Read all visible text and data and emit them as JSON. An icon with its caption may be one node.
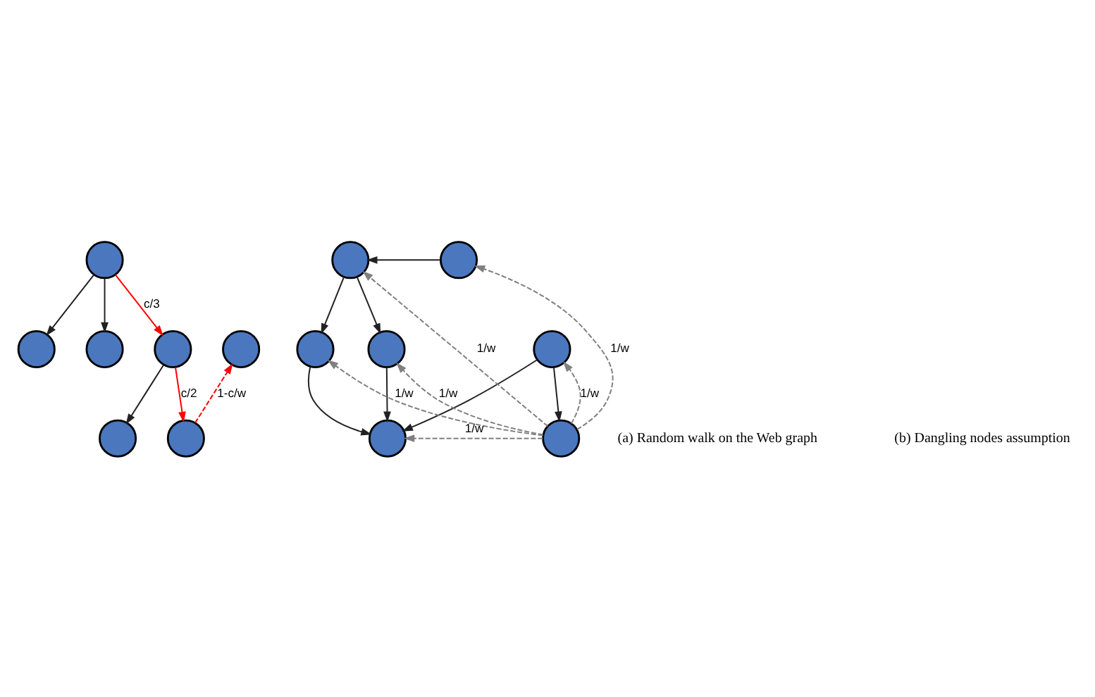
{
  "diagram": {
    "nodes": [
      {
        "text": [],
        "shape": "circle"
      },
      {
        "text": [],
        "shape": "circle"
      },
      {
        "text": [],
        "shape": "circle"
      },
      {
        "text": [],
        "shape": "circle"
      },
      {
        "text": [],
        "shape": "circle"
      },
      {
        "text": [],
        "shape": "circle"
      },
      {
        "text": [],
        "shape": "circle"
      },
      {
        "text": [],
        "shape": "circle"
      },
      {
        "text": [],
        "shape": "circle"
      },
      {
        "text": [],
        "shape": "circle"
      },
      {
        "text": [],
        "shape": "circle"
      },
      {
        "text": [],
        "shape": "circle"
      },
      {
        "text": [],
        "shape": "circle"
      },
      {
        "text": [],
        "shape": "circle"
      }
    ],
    "edges": [
      {
        "from": 0,
        "to": 1,
        "arrow": "to"
      },
      {
        "from": 0,
        "to": 2,
        "arrow": "to"
      },
      {
        "from": 0,
        "to": 3,
        "arrow": "to",
        "label": "c/3",
        "color": "#ff0000"
      },
      {
        "from": 3,
        "to": 5,
        "arrow": "to"
      },
      {
        "from": 3,
        "to": 6,
        "arrow": "to",
        "label": "c/2",
        "color": "#ff0000"
      },
      {
        "from": 6,
        "to": 4,
        "arrow": "to",
        "label": "1-c/w",
        "style": "dashed",
        "color": "#ff0000"
      },
      {
        "from": 8,
        "to": 7,
        "arrow": "to"
      },
      {
        "from": 7,
        "to": 9,
        "arrow": "to"
      },
      {
        "from": 7,
        "to": 10,
        "arrow": "to"
      },
      {
        "from": 9,
        "to": 12,
        "arrow": "to"
      },
      {
        "from": 10,
        "to": 12,
        "arrow": "to"
      },
      {
        "from": 11,
        "to": 12,
        "arrow": "to"
      },
      {
        "from": 11,
        "to": 13,
        "arrow": "to"
      },
      {
        "from": 13,
        "to": 7,
        "arrow": "to",
        "label": "1/w",
        "style": "dashed",
        "color": "#808080"
      },
      {
        "from": 13,
        "to": 8,
        "arrow": "to",
        "label": "1/w",
        "style": "dashed",
        "color": "#808080"
      },
      {
        "from": 13,
        "to": 11,
        "arrow": "to",
        "label": "1/w",
        "style": "dashed",
        "color": "#808080"
      },
      {
        "from": 13,
        "to": 10,
        "arrow": "to",
        "label": "1/w",
        "style": "dashed",
        "color": "#808080"
      },
      {
        "from": 13,
        "to": 12,
        "arrow": "to",
        "label": "1/w",
        "style": "dashed",
        "color": "#808080"
      },
      {
        "from": 13,
        "to": 9,
        "arrow": "to",
        "label": "1/w",
        "style": "dashed",
        "color": "#808080"
      }
    ],
    "labels": [
      "(a) Random walk on the Web graph",
      "(b) Dangling nodes assumption"
    ]
  }
}
